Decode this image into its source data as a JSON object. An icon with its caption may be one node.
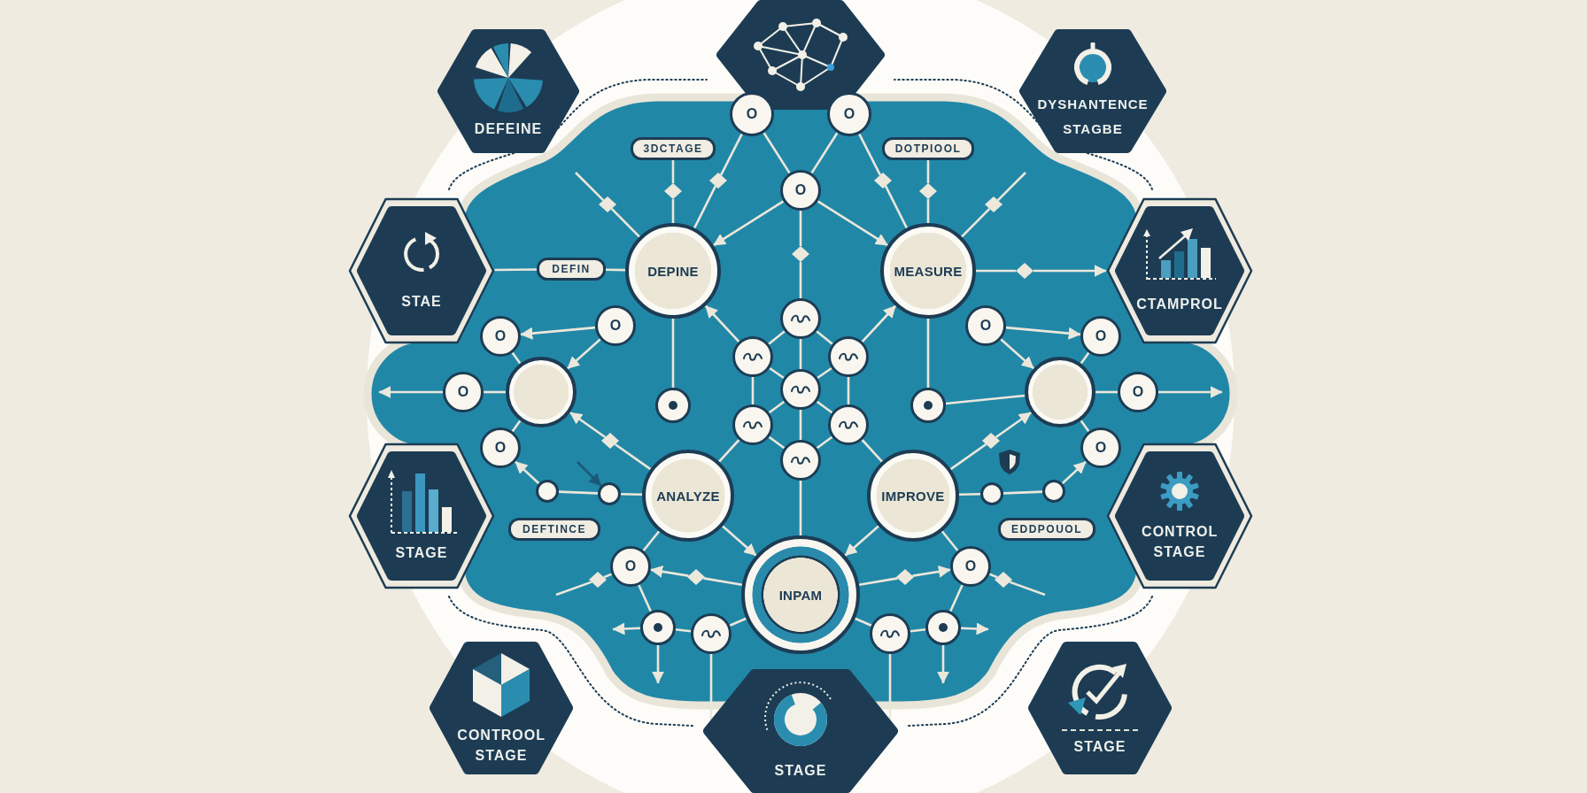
{
  "diagram": {
    "nodes": [
      {
        "text": [
          "DEFEINE"
        ]
      },
      {
        "text": [],
        "shape": "hexagon"
      },
      {
        "text": [
          "DYSHANTENCE STAGBE"
        ]
      },
      {
        "text": [
          "STAE"
        ]
      },
      {
        "text": [
          "CTAMPROL"
        ]
      },
      {
        "text": [
          "STAGE"
        ]
      },
      {
        "text": [
          "CONTROL STAGE"
        ]
      },
      {
        "text": [
          "CONTROOL STAGE"
        ]
      },
      {
        "text": [
          "STAGE"
        ]
      },
      {
        "text": [
          "STAGE"
        ]
      },
      {
        "text": [
          "3DCTAGE"
        ]
      },
      {
        "text": [
          "DOTPIOOL"
        ]
      },
      {
        "text": [
          "DEFIN"
        ]
      },
      {
        "text": [
          "DEFTINCE"
        ]
      },
      {
        "text": [
          "EDDPOUOL"
        ]
      },
      {
        "text": [
          "DEPINE"
        ]
      },
      {
        "text": [
          "MEASURE"
        ]
      },
      {
        "text": [
          "ANALYZE"
        ]
      },
      {
        "text": [
          "IMPROVE"
        ]
      },
      {
        "text": [
          "INPAM"
        ]
      },
      {
        "text": [],
        "shape": "circle"
      },
      {
        "text": [],
        "shape": "circle"
      },
      {
        "text": [
          "O"
        ]
      },
      {
        "text": [
          "O"
        ]
      },
      {
        "text": [
          "O"
        ]
      },
      {
        "text": [
          "O"
        ]
      },
      {
        "text": [
          "O"
        ]
      },
      {
        "text": [
          "O"
        ]
      },
      {
        "text": [
          "O"
        ]
      },
      {
        "text": [],
        "shape": "circle"
      },
      {
        "text": [],
        "shape": "circle"
      },
      {
        "text": [],
        "shape": "circle"
      },
      {
        "text": [
          "O"
        ]
      },
      {
        "text": [],
        "shape": "circle"
      },
      {
        "text": [],
        "shape": "circle"
      },
      {
        "text": [],
        "shape": "circle"
      },
      {
        "text": [],
        "shape": "circle"
      },
      {
        "text": [],
        "shape": "circle"
      },
      {
        "text": [],
        "shape": "circle"
      },
      {
        "text": [],
        "shape": "circle"
      },
      {
        "text": [],
        "shape": "circle"
      },
      {
        "text": [],
        "shape": "circle"
      },
      {
        "text": [
          "O"
        ]
      },
      {
        "text": [
          "O"
        ]
      },
      {
        "text": [
          "O"
        ]
      },
      {
        "text": [
          "O"
        ]
      },
      {
        "text": [],
        "shape": "circle"
      },
      {
        "text": [],
        "shape": "circle"
      },
      {
        "text": [],
        "shape": "circle"
      },
      {
        "text": [
          "O"
        ]
      },
      {
        "text": [],
        "shape": "circle"
      },
      {
        "text": [],
        "shape": "circle"
      },
      {
        "text": [],
        "shape": "diamond"
      },
      {
        "text": [],
        "shape": "diamond"
      },
      {
        "text": [],
        "shape": "diamond"
      },
      {
        "text": [],
        "shape": "diamond"
      },
      {
        "text": [],
        "shape": "diamond"
      },
      {
        "text": [],
        "shape": "diamond"
      },
      {
        "text": [],
        "shape": "diamond"
      },
      {
        "text": [],
        "shape": "diamond"
      },
      {
        "text": [],
        "shape": "diamond"
      },
      {
        "text": [],
        "shape": "diamond"
      },
      {
        "text": [],
        "shape": "diamond"
      },
      {
        "text": [],
        "shape": "diamond"
      },
      {
        "text": [],
        "shape": "diamond"
      },
      {
        "text": [],
        "shape": "diamond"
      }
    ],
    "edges": [
      {
        "from": 10,
        "to": 52,
        "arrow": "none"
      },
      {
        "from": 22,
        "to": 53,
        "arrow": "none"
      },
      {
        "from": null,
        "to": 54,
        "arrow": "none"
      },
      {
        "from": 11,
        "to": 55,
        "arrow": "none"
      },
      {
        "from": 23,
        "to": 56,
        "arrow": "none"
      },
      {
        "from": null,
        "to": 57,
        "arrow": "none"
      },
      {
        "from": 24,
        "to": 15,
        "arrow": "to"
      },
      {
        "from": 24,
        "to": 16,
        "arrow": "to"
      },
      {
        "from": 24,
        "to": 58,
        "arrow": "none"
      },
      {
        "from": 22,
        "to": 24,
        "arrow": "none"
      },
      {
        "from": 23,
        "to": 24,
        "arrow": "none"
      },
      {
        "from": 3,
        "to": 12,
        "arrow": "none"
      },
      {
        "from": 12,
        "to": 15,
        "arrow": "none"
      },
      {
        "from": 16,
        "to": 59,
        "arrow": "none"
      },
      {
        "from": 25,
        "to": 26,
        "arrow": "to"
      },
      {
        "from": 25,
        "to": 20,
        "arrow": "to"
      },
      {
        "from": 26,
        "to": 20,
        "arrow": "none"
      },
      {
        "from": 20,
        "to": 27,
        "arrow": "none"
      },
      {
        "from": 27,
        "to": null,
        "arrow": "to"
      },
      {
        "from": 28,
        "to": 20,
        "arrow": "none"
      },
      {
        "from": 17,
        "to": 60,
        "arrow": "none"
      },
      {
        "from": 30,
        "to": 28,
        "arrow": "to"
      },
      {
        "from": 30,
        "to": 31,
        "arrow": "none"
      },
      {
        "from": 31,
        "to": 17,
        "arrow": "none"
      },
      {
        "from": null,
        "to": 31,
        "arrow": "to",
        "color": "#1a5a78"
      },
      {
        "from": 15,
        "to": 29,
        "arrow": "none"
      },
      {
        "from": 17,
        "to": 39,
        "arrow": "none"
      },
      {
        "from": 17,
        "to": 32,
        "arrow": "none"
      },
      {
        "from": 32,
        "to": 61,
        "arrow": "none"
      },
      {
        "from": 32,
        "to": 33,
        "arrow": "none"
      },
      {
        "from": 33,
        "to": 34,
        "arrow": "none"
      },
      {
        "from": 33,
        "to": null,
        "arrow": "to"
      },
      {
        "from": 33,
        "to": null,
        "arrow": "to"
      },
      {
        "from": 34,
        "to": 8,
        "arrow": "none"
      },
      {
        "from": 19,
        "to": 62,
        "arrow": "none"
      },
      {
        "from": 34,
        "to": 19,
        "arrow": "none"
      },
      {
        "from": 17,
        "to": 19,
        "arrow": "to"
      },
      {
        "from": 35,
        "to": 36,
        "arrow": "none"
      },
      {
        "from": 35,
        "to": 37,
        "arrow": "none"
      },
      {
        "from": 36,
        "to": 38,
        "arrow": "none"
      },
      {
        "from": 37,
        "to": 38,
        "arrow": "none"
      },
      {
        "from": 38,
        "to": 39,
        "arrow": "none"
      },
      {
        "from": 38,
        "to": 40,
        "arrow": "none"
      },
      {
        "from": 39,
        "to": 41,
        "arrow": "none"
      },
      {
        "from": 40,
        "to": 41,
        "arrow": "none"
      },
      {
        "from": 36,
        "to": 39,
        "arrow": "none"
      },
      {
        "from": 37,
        "to": 40,
        "arrow": "none"
      },
      {
        "from": 35,
        "to": 38,
        "arrow": "none"
      },
      {
        "from": 38,
        "to": 41,
        "arrow": "none"
      },
      {
        "from": 41,
        "to": 19,
        "arrow": "none"
      },
      {
        "from": 36,
        "to": 15,
        "arrow": "to"
      },
      {
        "from": 37,
        "to": 16,
        "arrow": "to"
      },
      {
        "from": 42,
        "to": 43,
        "arrow": "to"
      },
      {
        "from": 42,
        "to": 21,
        "arrow": "to"
      },
      {
        "from": 43,
        "to": 21,
        "arrow": "none"
      },
      {
        "from": 21,
        "to": 44,
        "arrow": "none"
      },
      {
        "from": 44,
        "to": null,
        "arrow": "to"
      },
      {
        "from": 45,
        "to": 21,
        "arrow": "none"
      },
      {
        "from": 18,
        "to": 63,
        "arrow": "none"
      },
      {
        "from": 18,
        "to": 47,
        "arrow": "none"
      },
      {
        "from": 47,
        "to": 48,
        "arrow": "none"
      },
      {
        "from": 48,
        "to": 45,
        "arrow": "to"
      },
      {
        "from": 16,
        "to": 46,
        "arrow": "none"
      },
      {
        "from": 46,
        "to": 21,
        "arrow": "none"
      },
      {
        "from": 18,
        "to": 40,
        "arrow": "none"
      },
      {
        "from": 18,
        "to": 49,
        "arrow": "none"
      },
      {
        "from": 49,
        "to": 64,
        "arrow": "none"
      },
      {
        "from": 49,
        "to": 51,
        "arrow": "none"
      },
      {
        "from": 51,
        "to": 50,
        "arrow": "none"
      },
      {
        "from": 51,
        "to": null,
        "arrow": "to"
      },
      {
        "from": 51,
        "to": null,
        "arrow": "to"
      },
      {
        "from": 50,
        "to": 8,
        "arrow": "none"
      },
      {
        "from": 19,
        "to": 65,
        "arrow": "none"
      },
      {
        "from": 50,
        "to": 19,
        "arrow": "none"
      },
      {
        "from": 18,
        "to": 19,
        "arrow": "to"
      },
      {
        "from": 52,
        "to": 15,
        "arrow": "none"
      },
      {
        "from": 53,
        "to": 15,
        "arrow": "none"
      },
      {
        "from": 54,
        "to": 15,
        "arrow": "none"
      },
      {
        "from": 55,
        "to": 16,
        "arrow": "none"
      },
      {
        "from": 56,
        "to": 16,
        "arrow": "none"
      },
      {
        "from": 57,
        "to": 16,
        "arrow": "none"
      },
      {
        "from": 58,
        "to": 35,
        "arrow": "none"
      },
      {
        "from": 59,
        "to": 4,
        "arrow": "to"
      },
      {
        "from": 60,
        "to": 20,
        "arrow": "to"
      },
      {
        "from": 61,
        "to": null,
        "arrow": "none"
      },
      {
        "from": 62,
        "to": 32,
        "arrow": "to"
      },
      {
        "from": 63,
        "to": 21,
        "arrow": "to"
      },
      {
        "from": 64,
        "to": null,
        "arrow": "none"
      },
      {
        "from": 65,
        "to": 49,
        "arrow": "to"
      }
    ]
  }
}
